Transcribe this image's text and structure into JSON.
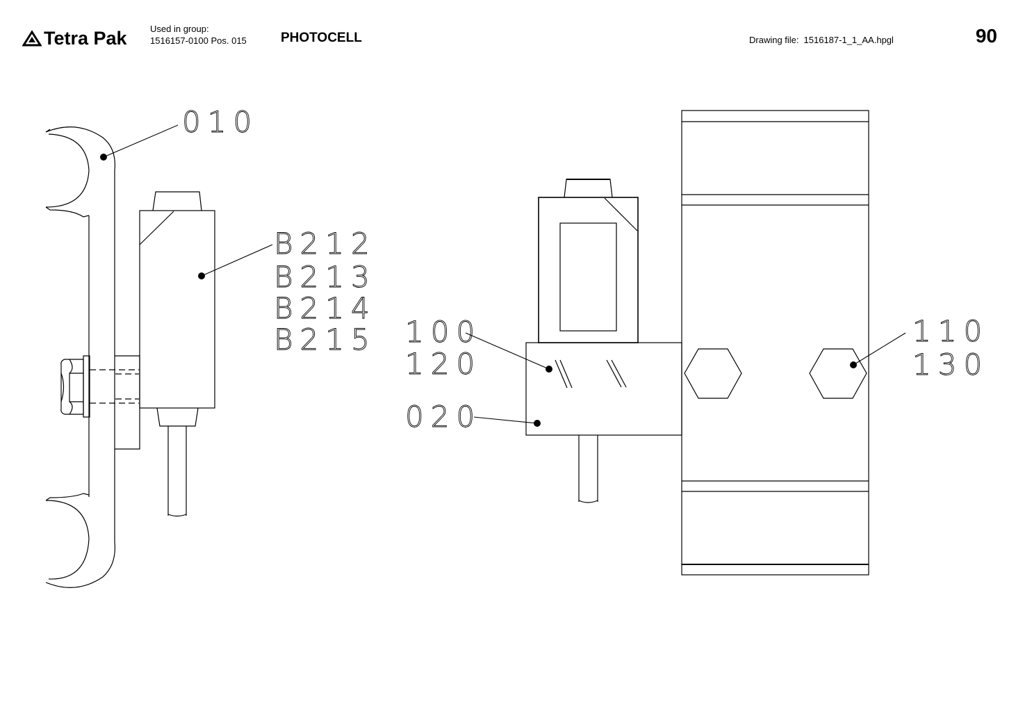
{
  "header": {
    "brand": "Tetra Pak",
    "used_in_group_label": "Used in group:",
    "used_in_group_value": "1516157-0100 Pos. 015",
    "title": "PHOTOCELL",
    "drawing_file_label": "Drawing file:",
    "drawing_file_value": "1516187-1_1_AA.hpgl",
    "page_number": "90"
  },
  "callouts": {
    "c010": "010",
    "b212": "B212",
    "b213": "B213",
    "b214": "B214",
    "b215": "B215",
    "c100": "100",
    "c120": "120",
    "c020": "020",
    "c110": "110",
    "c130": "130"
  },
  "colors": {
    "ink": "#000000",
    "paper": "#ffffff"
  }
}
